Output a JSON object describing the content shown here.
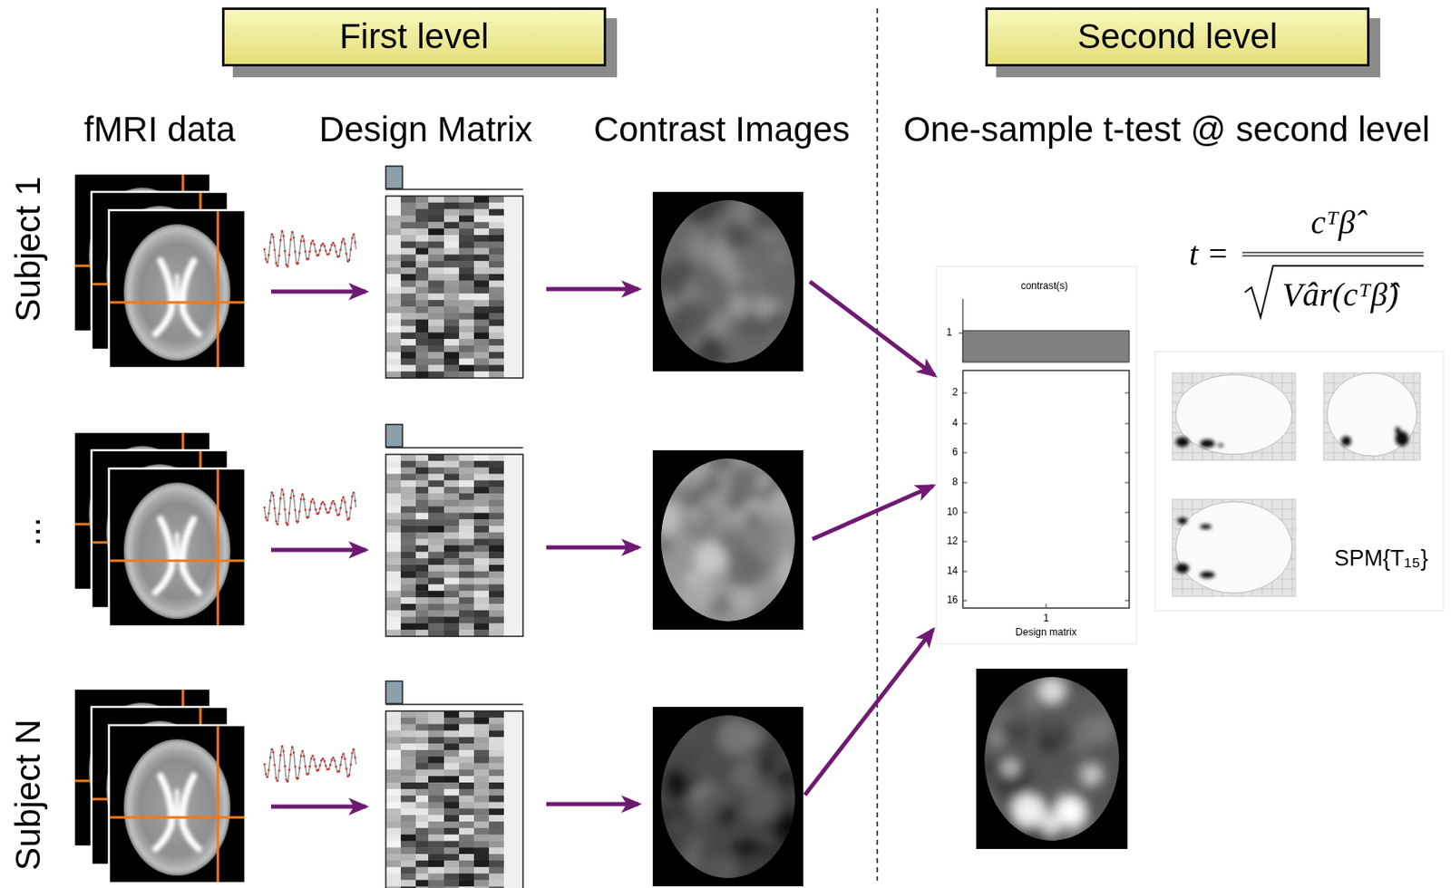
{
  "diagram": {
    "nodes": [
      {
        "text": [
          "First level"
        ]
      },
      {
        "text": [
          "Second level"
        ]
      }
    ],
    "labels": [
      "fMRI data",
      "Design Matrix",
      "Contrast Images",
      "One-sample t-test @ second level",
      "Subject 1",
      "...",
      "Subject N",
      "contrast(s)",
      "1",
      "2",
      "4",
      "6",
      "8",
      "10",
      "12",
      "14",
      "16",
      "1",
      "Design matrix",
      "t =",
      "cᵀβ̂",
      "Vâr(cᵀβ̂)",
      "SPM{T₁₅}"
    ]
  }
}
